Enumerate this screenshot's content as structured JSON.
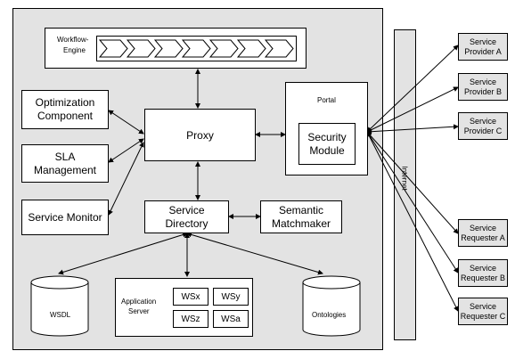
{
  "workflow_engine": {
    "label_line1": "Workflow-",
    "label_line2": "Engine"
  },
  "optimization": {
    "line1": "Optimization",
    "line2": "Component"
  },
  "sla": {
    "line1": "SLA",
    "line2": "Management"
  },
  "service_monitor": {
    "label": "Service Monitor"
  },
  "proxy": {
    "label": "Proxy"
  },
  "portal": {
    "label": "Portal"
  },
  "security_module": {
    "line1": "Security",
    "line2": "Module"
  },
  "service_directory": {
    "line1": "Service",
    "line2": "Directory"
  },
  "semantic_matchmaker": {
    "line1": "Semantic",
    "line2": "Matchmaker"
  },
  "wsdl": {
    "label": "WSDL"
  },
  "ontologies": {
    "label": "Ontologies"
  },
  "app_server": {
    "line1": "Application",
    "line2": "Server",
    "ws": [
      "WSx",
      "WSy",
      "WSz",
      "WSa"
    ]
  },
  "internet": {
    "label": "Internet"
  },
  "external": [
    {
      "line1": "Service",
      "line2": "Provider A"
    },
    {
      "line1": "Service",
      "line2": "Provider B"
    },
    {
      "line1": "Service",
      "line2": "Provider C"
    },
    {
      "line1": "Service",
      "line2": "Requester A"
    },
    {
      "line1": "Service",
      "line2": "Requester B"
    },
    {
      "line1": "Service",
      "line2": "Requester C"
    }
  ]
}
